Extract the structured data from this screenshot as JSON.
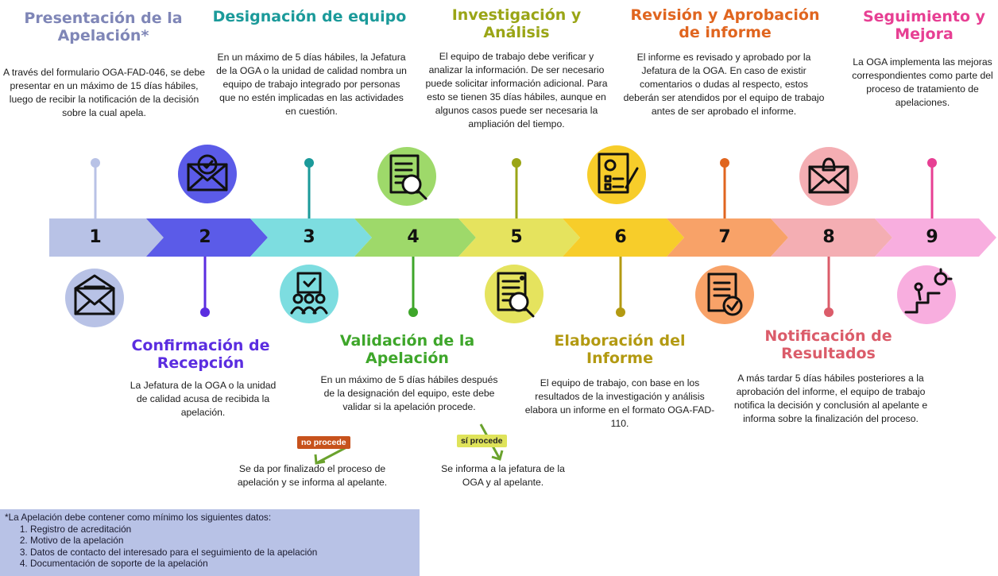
{
  "steps": [
    {
      "number": "1",
      "title": "Presentación de la Apelación*",
      "description": "A través del formulario OGA-FAD-046, se debe presentar en un máximo de 15 días hábiles, luego de recibir la notificación de la decisión sobre la cual apela.",
      "color": "#7f86b7",
      "arrow": "#b8c2e6",
      "icon": "envelope-open-icon"
    },
    {
      "number": "2",
      "title": "Confirmación de Recepción",
      "description": "La Jefatura de la OGA o la unidad de calidad acusa de recibida la apelación.",
      "color": "#5b2de0",
      "arrow": "#5b5be8",
      "icon": "envelope-check-icon"
    },
    {
      "number": "3",
      "title": "Designación de equipo",
      "description": "En un máximo de 5 días hábiles, la Jefatura de la OGA o la unidad de calidad nombra un equipo de trabajo integrado por personas que no estén implicadas en las actividades en cuestión.",
      "color": "#1b9a9a",
      "arrow": "#7ddde0",
      "icon": "team-clipboard-icon"
    },
    {
      "number": "4",
      "title": "Validación de la Apelación",
      "description": "En un máximo de 5 días hábiles después de la designación del equipo, este debe validar si la apelación procede.",
      "color": "#3ea62a",
      "arrow": "#9ed96a",
      "icon": "document-search-icon"
    },
    {
      "number": "5",
      "title": "Investigación y Análisis",
      "description": "El equipo de trabajo debe verificar y analizar la información. De ser necesario puede solicitar información adicional. Para esto se tienen 35 días hábiles, aunque en algunos casos puede ser necesaria la ampliación del tiempo.",
      "color": "#9aa516",
      "arrow": "#e5e35e",
      "icon": "info-search-icon"
    },
    {
      "number": "6",
      "title": "Elaboración del Informe",
      "description": "El equipo de trabajo, con base en los resultados de la investigación y análisis elabora un informe en el formato OGA-FAD-110.",
      "color": "#b39a12",
      "arrow": "#f7cd2a",
      "icon": "report-gear-icon"
    },
    {
      "number": "7",
      "title": "Revisión y Aprobación de informe",
      "description": "El informe es revisado y aprobado por la Jefatura de la OGA. En caso de existir comentarios o dudas al respecto, estos deberán ser atendidos por el equipo de trabajo antes de ser aprobado el informe.",
      "color": "#e0651f",
      "arrow": "#f8a268",
      "icon": "document-approved-icon"
    },
    {
      "number": "8",
      "title": "Notificación de Resultados",
      "description": "A más tardar 5 días hábiles posteriores a la aprobación del informe, el equipo de trabajo notifica la decisión y conclusión al apelante e informa sobre la finalización del proceso.",
      "color": "#db5c6a",
      "arrow": "#f4aeb3",
      "icon": "envelope-bell-icon"
    },
    {
      "number": "9",
      "title": "Seguimiento y Mejora",
      "description": "La OGA implementa las mejoras correspondientes como parte del proceso de tratamiento de apelaciones.",
      "color": "#e73f93",
      "arrow": "#f8aedf",
      "icon": "stairs-idea-icon"
    }
  ],
  "validation": {
    "no_label": "no procede",
    "no_text": "Se da por finalizado el proceso de apelación y se informa al apelante.",
    "yes_label": "sí procede",
    "yes_text": "Se informa a la jefatura de la OGA y al apelante."
  },
  "footnote": {
    "intro": "*La Apelación debe contener como mínimo los siguientes datos:",
    "items": [
      "Registro de acreditación",
      "Motivo de la apelación",
      "Datos de contacto del interesado para el seguimiento de la apelación",
      "Documentación de soporte de la apelación"
    ]
  }
}
